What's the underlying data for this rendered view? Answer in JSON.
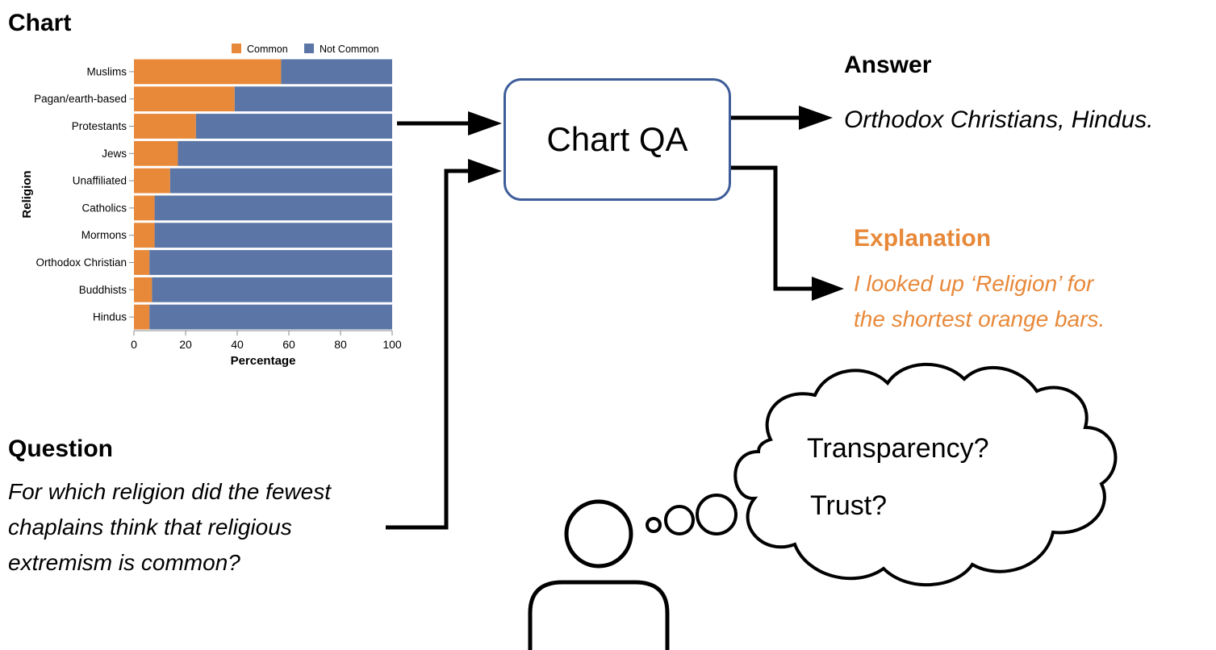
{
  "headings": {
    "chart": "Chart",
    "question": "Question",
    "answer": "Answer",
    "explanation": "Explanation"
  },
  "question_lines": [
    "For which religion did the fewest",
    "chaplains think that religious",
    "extremism is common?"
  ],
  "answer_text": "Orthodox Christians, Hindus.",
  "explanation_lines": [
    "I looked up ‘Religion’ for",
    "the shortest orange bars."
  ],
  "model_label": "Chart QA",
  "thoughts": [
    "Transparency?",
    "Trust?"
  ],
  "colors": {
    "common": "#E8893A",
    "not_common": "#5A75A6",
    "explanation": "#E8893A",
    "box_border": "#3D5C99"
  },
  "chart_data": {
    "type": "bar",
    "orientation": "horizontal",
    "stacked": true,
    "categories": [
      "Muslims",
      "Pagan/earth-based",
      "Protestants",
      "Jews",
      "Unaffiliated",
      "Catholics",
      "Mormons",
      "Orthodox Christian",
      "Buddhists",
      "Hindus"
    ],
    "series": [
      {
        "name": "Common",
        "values": [
          57,
          39,
          24,
          17,
          14,
          8,
          8,
          6,
          7,
          6
        ]
      },
      {
        "name": "Not Common",
        "values": [
          43,
          61,
          76,
          83,
          86,
          92,
          92,
          94,
          93,
          94
        ]
      }
    ],
    "xlabel": "Percentage",
    "ylabel": "Religion",
    "xlim": [
      0,
      100
    ],
    "xticks": [
      "0",
      "20",
      "40",
      "60",
      "80",
      "100"
    ],
    "legend": "top-right",
    "grid": false
  }
}
